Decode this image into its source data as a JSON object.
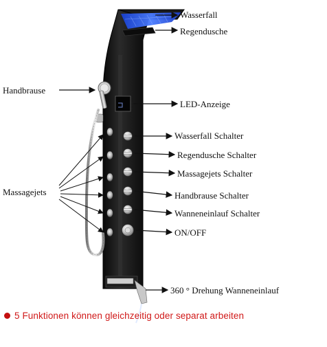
{
  "labels": {
    "wasserfall": "Wasserfall",
    "regendusche": "Regendusche",
    "handbrause": "Handbrause",
    "led_anzeige": "LED-Anzeige",
    "wasserfall_schalter": "Wasserfall Schalter",
    "regendusche_schalter": "Regendusche Schalter",
    "massagejets_schalter": "Massagejets Schalter",
    "massagejets": "Massagejets",
    "handbrause_schalter": "Handbrause Schalter",
    "wanneneinlauf_schalter": "Wanneneinlauf Schalter",
    "on_off": "ON/OFF",
    "drehung": "360 ° Drehung Wanneneinlauf"
  },
  "footer": {
    "text": "5 Funktionen können gleichzeitig oder separat arbeiten"
  },
  "colors": {
    "panel": "#141414",
    "led": "#2a5cff",
    "footer_text": "#d01818"
  }
}
